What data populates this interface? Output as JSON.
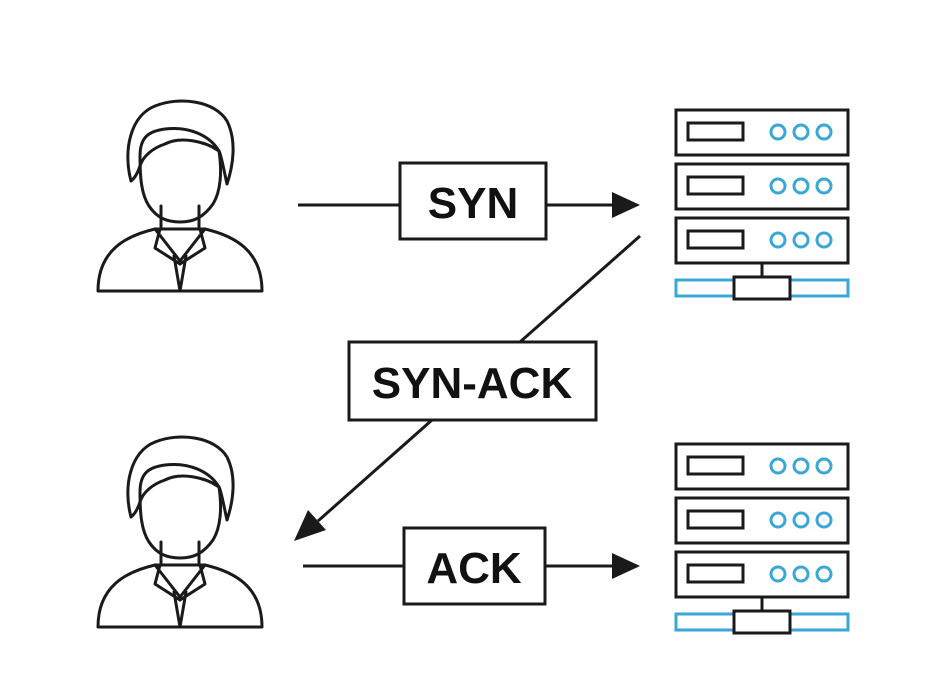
{
  "labels": {
    "syn": "SYN",
    "syn_ack": "SYN-ACK",
    "ack": "ACK"
  },
  "colors": {
    "stroke": "#1a1a1a",
    "accent": "#3ba7d4",
    "background": "#ffffff"
  },
  "icons": {
    "client": "user-icon",
    "server": "server-rack-icon"
  }
}
